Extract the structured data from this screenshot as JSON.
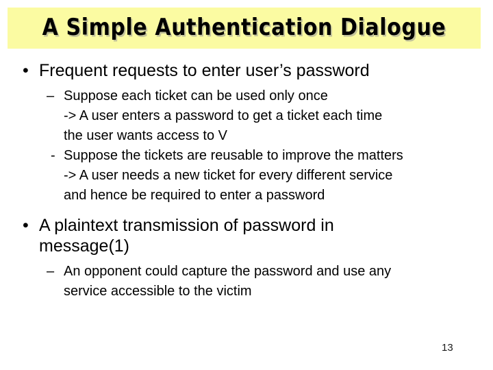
{
  "slide": {
    "title": "A Simple Authentication Dialogue",
    "banner_color": "#fbfba2",
    "background_color": "#ffffff",
    "text_color": "#000000",
    "page_number": "13"
  },
  "bullets": {
    "b1": {
      "marker": "•",
      "text": "Frequent requests to enter user’s password"
    },
    "b1s1": {
      "marker": "–",
      "line1": "Suppose each ticket can be used only once",
      "line2": "-> A user enters a password to get a ticket each time",
      "line3": "the user wants access to V"
    },
    "b1s2": {
      "marker": "-",
      "line1": "Suppose the tickets are reusable to improve the matters",
      "line2": "-> A user needs a new ticket for every different service",
      "line3": "and hence be required to enter a password"
    },
    "b2": {
      "marker": "•",
      "line1": "A plaintext transmission of password in",
      "line2": "message(1)"
    },
    "b2s1": {
      "marker": "–",
      "line1": "An opponent could capture the password and use any",
      "line2": "service accessible to the victim"
    }
  }
}
